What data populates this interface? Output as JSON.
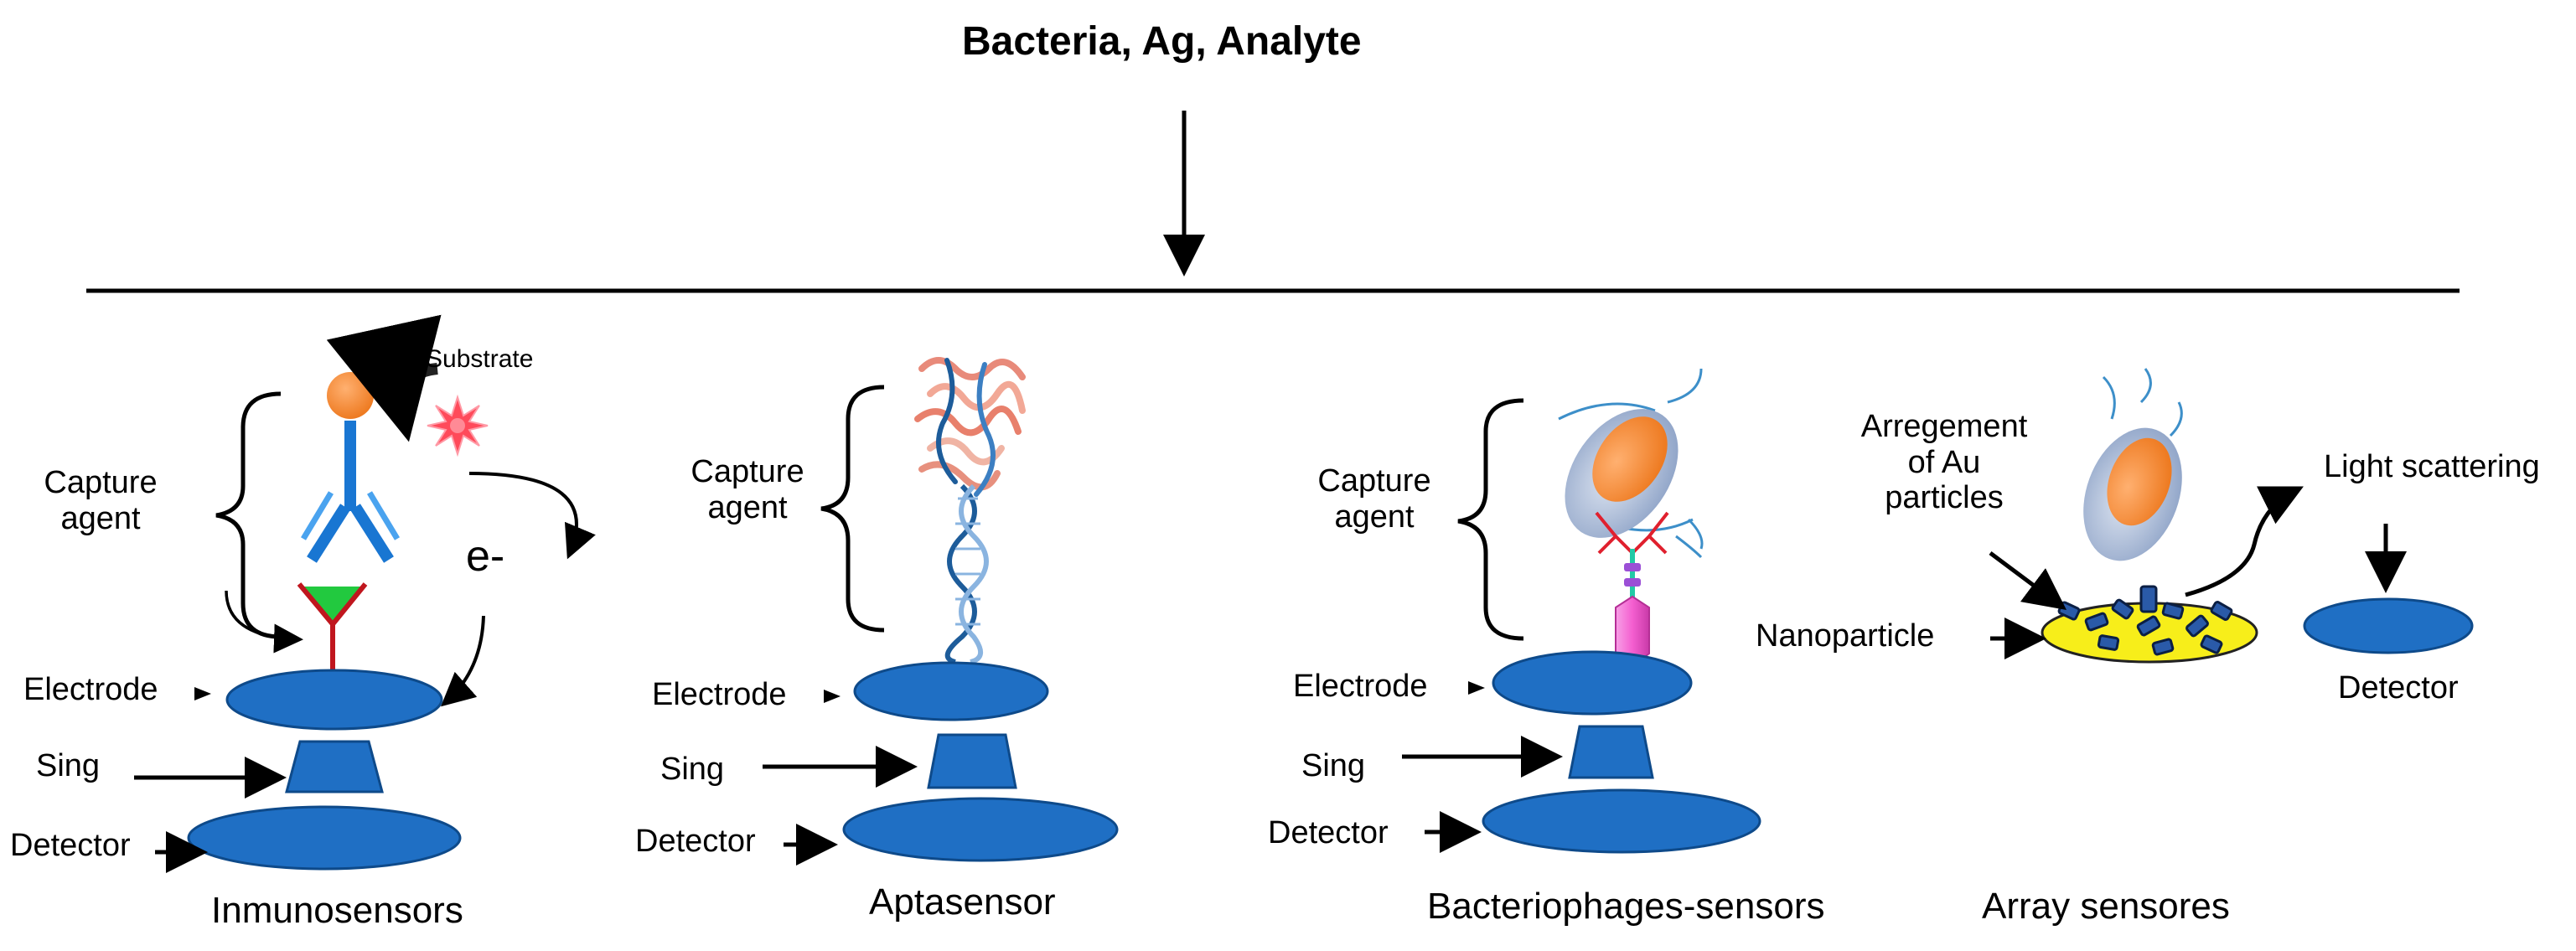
{
  "title": "Bacteria, Ag, Analyte",
  "colors": {
    "blue": "#1f6fc4",
    "blue_dark": "#0e4a8a",
    "orange": "#ee7b22",
    "green": "#22c93f",
    "red": "#c0161e",
    "pink": "#f45fd0",
    "yellow": "#f7ee1a"
  },
  "panels": {
    "inmuno": {
      "caption": "Inmunosensors",
      "capture_agent": "Capture\nagent",
      "substrate": "Substrate",
      "electron": "e-",
      "electrode": "Electrode",
      "signal": "Sing",
      "detector": "Detector"
    },
    "apta": {
      "caption": "Aptasensor",
      "capture_agent": "Capture\nagent",
      "electrode": "Electrode",
      "signal": "Sing",
      "detector": "Detector"
    },
    "phage": {
      "caption": "Bacteriophages-sensors",
      "capture_agent": "Capture\nagent",
      "electrode": "Electrode",
      "signal": "Sing",
      "detector": "Detector"
    },
    "array": {
      "caption": "Array sensores",
      "arrangement": "Arregement\nof Au\nparticles",
      "nanoparticle": "Nanoparticle",
      "light_scattering": "Light scattering",
      "detector": "Detector"
    }
  }
}
